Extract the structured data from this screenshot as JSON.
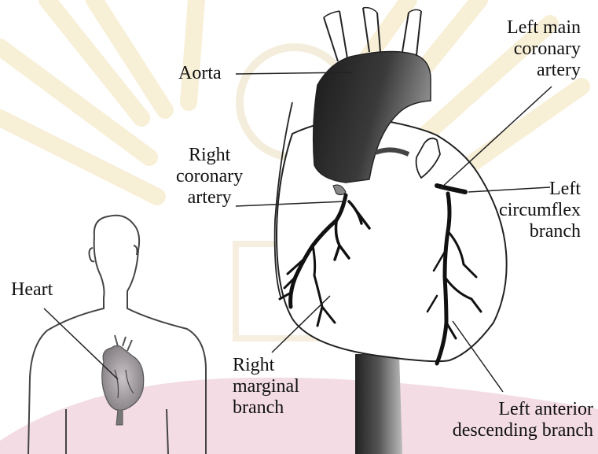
{
  "labels": {
    "aorta": "Aorta",
    "left_main_coronary_artery": [
      "Left main",
      "coronary",
      "artery"
    ],
    "right_coronary_artery": [
      "Right",
      "coronary",
      "artery"
    ],
    "left_circumflex_branch": [
      "Left",
      "circumflex",
      "branch"
    ],
    "heart": "Heart",
    "right_marginal_branch": [
      "Right",
      "marginal",
      "branch"
    ],
    "left_anterior_descending_branch": [
      "Left anterior",
      "descending branch"
    ]
  },
  "colors": {
    "ink": "#111111",
    "chest_tint": "#f3dce4",
    "watermark": "#f6e8c8",
    "aorta_dark": "#2a2a2a"
  }
}
